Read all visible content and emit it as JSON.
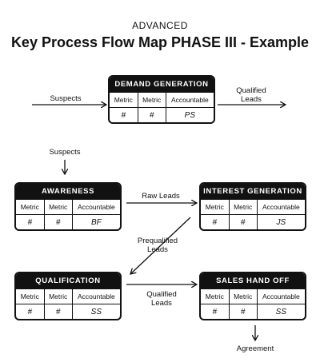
{
  "header": {
    "eyebrow": "ADVANCED",
    "title": "Key Process Flow Map PHASE III - Example"
  },
  "columns": [
    "Metric",
    "Metric",
    "Accountable"
  ],
  "boxes": {
    "demand": {
      "title": "DEMAND GENERATION",
      "values": [
        "#",
        "#",
        "PS"
      ]
    },
    "awareness": {
      "title": "AWARENESS",
      "values": [
        "#",
        "#",
        "BF"
      ]
    },
    "interest": {
      "title": "INTEREST GENERATION",
      "values": [
        "#",
        "#",
        "JS"
      ]
    },
    "qualification": {
      "title": "QUALIFICATION",
      "values": [
        "#",
        "#",
        "SS"
      ]
    },
    "sales": {
      "title": "SALES HAND OFF",
      "values": [
        "#",
        "#",
        "SS"
      ]
    }
  },
  "flows": {
    "suspects_in": "Suspects",
    "qualified_out": "Qualified Leads",
    "suspects_down": "Suspects",
    "raw_leads": "Raw Leads",
    "prequalified": "Prequalified Leads",
    "qualified_mid": "Qualified Leads",
    "agreement": "Agreement"
  }
}
